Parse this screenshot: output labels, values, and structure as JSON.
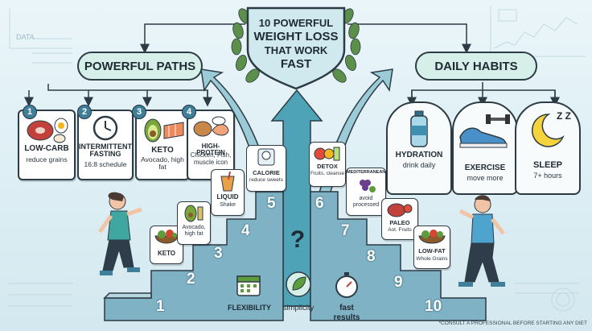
{
  "title": {
    "line1": "10 POWERFUL",
    "line2": "WEIGHT LOSS",
    "line3": "THAT WORK",
    "line4": "FAST"
  },
  "paths_heading": "POWERFUL PATHS",
  "habits_heading": "DAILY HABITS",
  "data_label": "DATA",
  "paths": [
    {
      "num": "1",
      "title": "LOW-CARB",
      "desc": "reduce grains",
      "icon": "steak-eggs-icon"
    },
    {
      "num": "2",
      "title": "INTERMITTENT FASTING",
      "desc": "16:8 schedule",
      "icon": "clock-icon"
    },
    {
      "num": "3",
      "title": "KETO",
      "desc": "Avocado, high fat",
      "icon": "avocado-salmon-icon"
    },
    {
      "num": "4",
      "title": "HIGH-PROTEIN",
      "desc": "Chicken, Fish, muscle icon",
      "icon": "chicken-fish-icon"
    }
  ],
  "habits": [
    {
      "title": "HYDRATION",
      "desc": "drink daily",
      "icon": "water-bottle-icon"
    },
    {
      "title": "EXERCISE",
      "desc": "move more",
      "icon": "sneaker-dumbbell-icon"
    },
    {
      "title": "SLEEP",
      "desc": "7+ hours",
      "icon": "moon-icon",
      "zz": "Z Z"
    }
  ],
  "left_steps": [
    {
      "num": "1"
    },
    {
      "num": "2",
      "title": "KETO",
      "desc": ""
    },
    {
      "num": "3",
      "title": "",
      "desc": "Avocado, high fat"
    },
    {
      "num": "4",
      "title": "LIQUID",
      "desc": "Shake"
    },
    {
      "num": "5",
      "title": "CALORIE",
      "desc": "reduce sweets"
    }
  ],
  "right_steps": [
    {
      "num": "6",
      "title": "DETOX",
      "desc": "Fruits, cleanse"
    },
    {
      "num": "7",
      "title": "MEDITERRANEAN",
      "desc": "avoid processed"
    },
    {
      "num": "8",
      "title": "PALEO",
      "desc": "Aot. Fruits"
    },
    {
      "num": "9",
      "title": "LOW-FAT",
      "desc": "Whole Grains"
    },
    {
      "num": "10"
    }
  ],
  "center": {
    "question": "?",
    "flexibility": "FLEXIBILITY",
    "simplicity": "simplicity",
    "fast": "fast",
    "results": "results"
  },
  "disclaimer": "*CONSULT A PROFESSIONAL BEFORE STARTING ANY DIET",
  "colors": {
    "stair_teal": "#7fb2c4",
    "stair_dark": "#3f7f9a",
    "pill_mint": "#d7efe9",
    "outline": "#2d3b45"
  }
}
